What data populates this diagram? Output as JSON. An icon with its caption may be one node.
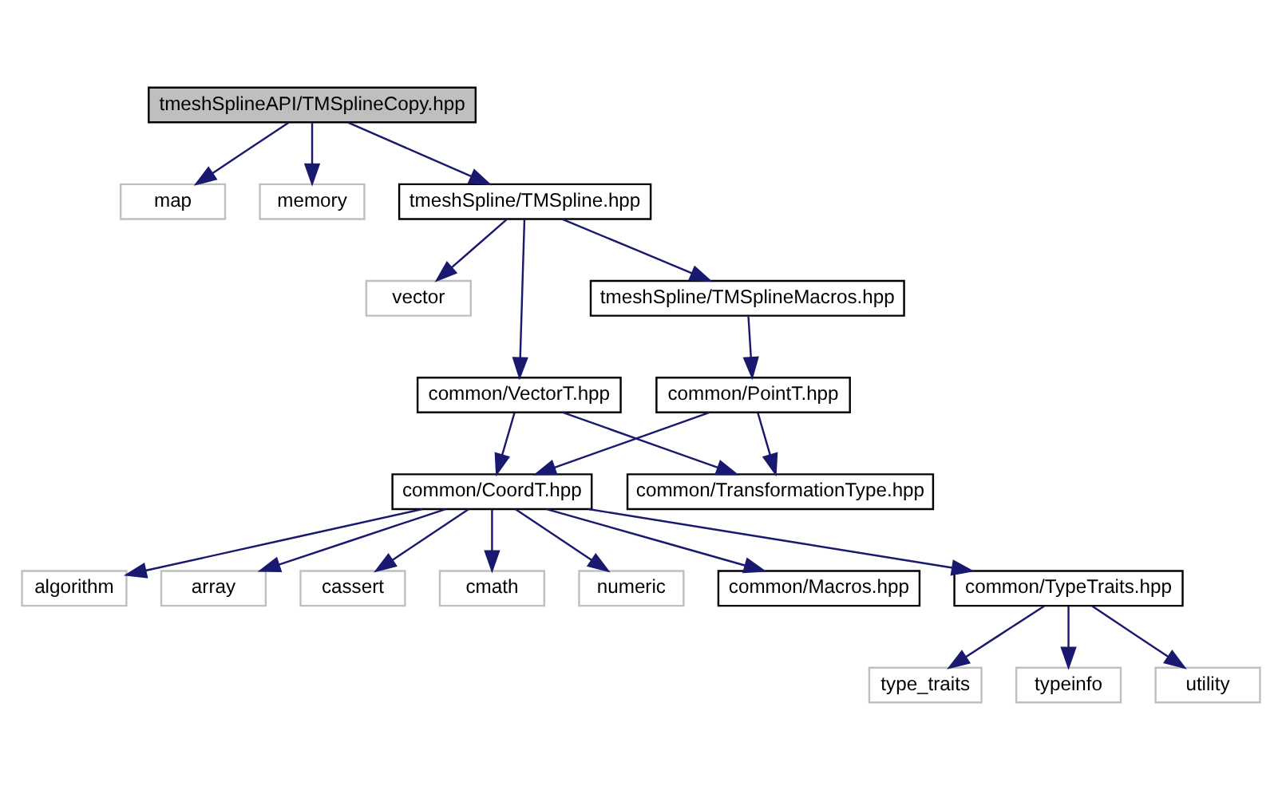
{
  "diagram": {
    "nodes": [
      {
        "text": [
          "tmeshSplineAPI/TMSplineCopy.hpp"
        ]
      },
      {
        "text": [
          "map"
        ]
      },
      {
        "text": [
          "memory"
        ]
      },
      {
        "text": [
          "tmeshSpline/TMSpline.hpp"
        ]
      },
      {
        "text": [
          "vector"
        ]
      },
      {
        "text": [
          "tmeshSpline/TMSplineMacros.hpp"
        ]
      },
      {
        "text": [
          "common/VectorT.hpp"
        ]
      },
      {
        "text": [
          "common/PointT.hpp"
        ]
      },
      {
        "text": [
          "common/CoordT.hpp"
        ]
      },
      {
        "text": [
          "common/TransformationType.hpp"
        ]
      },
      {
        "text": [
          "algorithm"
        ]
      },
      {
        "text": [
          "array"
        ]
      },
      {
        "text": [
          "cassert"
        ]
      },
      {
        "text": [
          "cmath"
        ]
      },
      {
        "text": [
          "numeric"
        ]
      },
      {
        "text": [
          "common/Macros.hpp"
        ]
      },
      {
        "text": [
          "common/TypeTraits.hpp"
        ]
      },
      {
        "text": [
          "type_traits"
        ]
      },
      {
        "text": [
          "typeinfo"
        ]
      },
      {
        "text": [
          "utility"
        ]
      }
    ],
    "edges": [
      {
        "from": 0,
        "to": 1,
        "arrow": "to"
      },
      {
        "from": 0,
        "to": 2,
        "arrow": "to"
      },
      {
        "from": 0,
        "to": 3,
        "arrow": "to"
      },
      {
        "from": 3,
        "to": 4,
        "arrow": "to"
      },
      {
        "from": 3,
        "to": 6,
        "arrow": "to"
      },
      {
        "from": 3,
        "to": 5,
        "arrow": "to"
      },
      {
        "from": 5,
        "to": 7,
        "arrow": "to"
      },
      {
        "from": 6,
        "to": 8,
        "arrow": "to"
      },
      {
        "from": 6,
        "to": 9,
        "arrow": "to"
      },
      {
        "from": 7,
        "to": 8,
        "arrow": "to"
      },
      {
        "from": 7,
        "to": 9,
        "arrow": "to"
      },
      {
        "from": 8,
        "to": 10,
        "arrow": "to"
      },
      {
        "from": 8,
        "to": 11,
        "arrow": "to"
      },
      {
        "from": 8,
        "to": 12,
        "arrow": "to"
      },
      {
        "from": 8,
        "to": 13,
        "arrow": "to"
      },
      {
        "from": 8,
        "to": 14,
        "arrow": "to"
      },
      {
        "from": 8,
        "to": 15,
        "arrow": "to"
      },
      {
        "from": 8,
        "to": 16,
        "arrow": "to"
      },
      {
        "from": 16,
        "to": 17,
        "arrow": "to"
      },
      {
        "from": 16,
        "to": 18,
        "arrow": "to"
      },
      {
        "from": 16,
        "to": 19,
        "arrow": "to"
      }
    ]
  }
}
